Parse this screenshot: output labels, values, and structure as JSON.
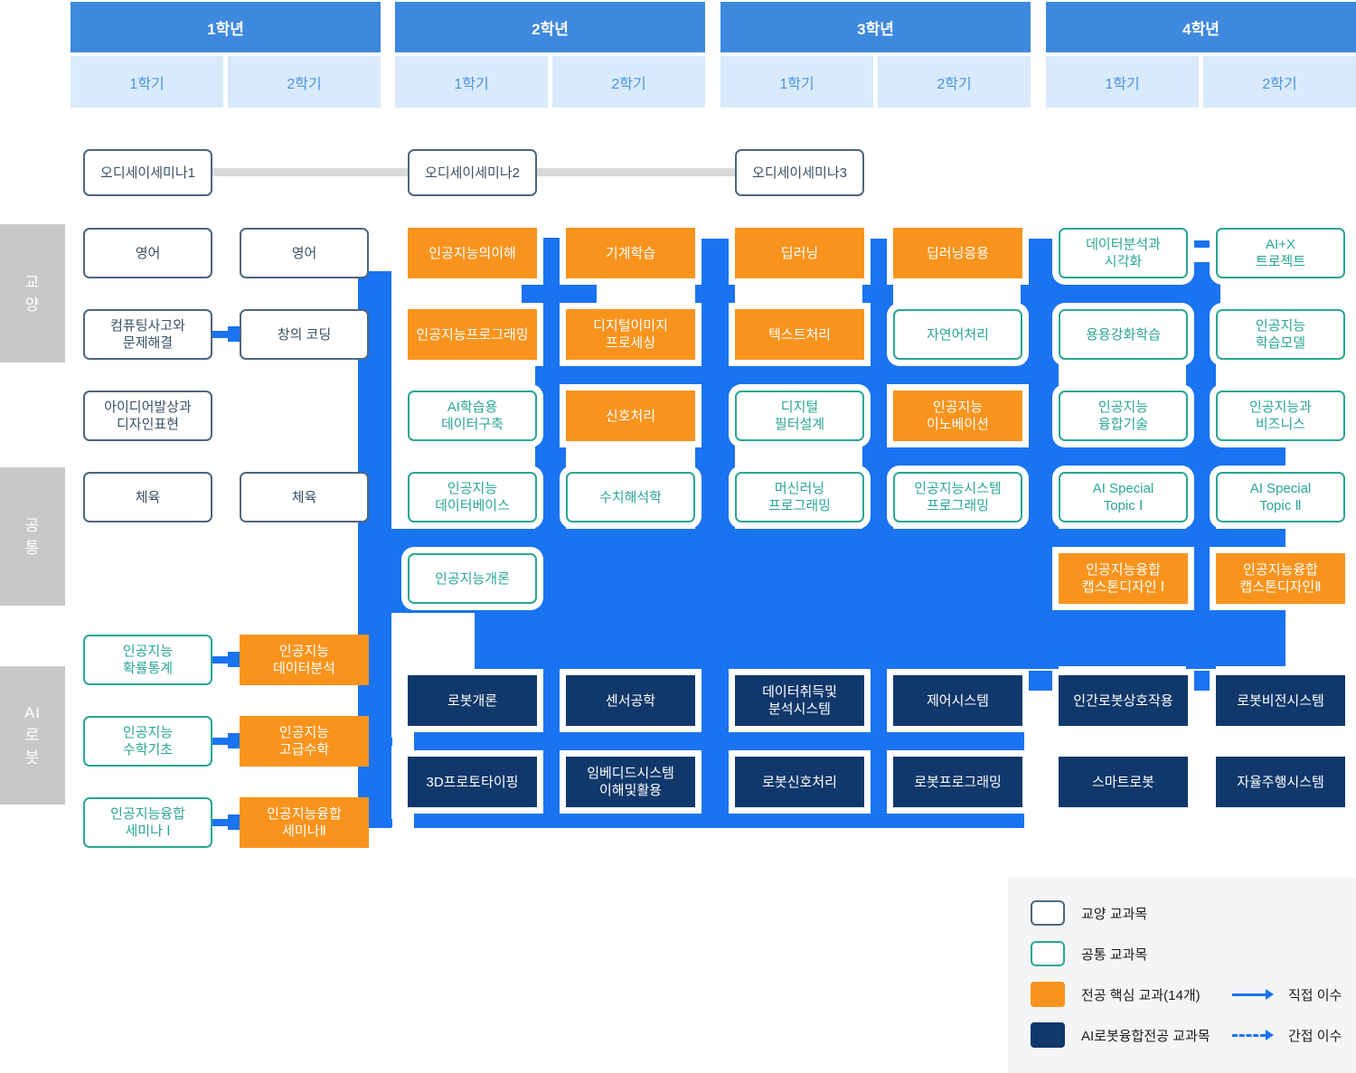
{
  "header": {
    "years": [
      {
        "label": "1학년",
        "semesters": [
          "1학기",
          "2학기"
        ]
      },
      {
        "label": "2학년",
        "semesters": [
          "1학기",
          "2학기"
        ]
      },
      {
        "label": "3학년",
        "semesters": [
          "1학기",
          "2학기"
        ]
      },
      {
        "label": "4학년",
        "semesters": [
          "1학기",
          "2학기"
        ]
      }
    ]
  },
  "sidebar": {
    "groups": [
      {
        "label": "교양",
        "lines": [
          "교",
          "양"
        ]
      },
      {
        "label": "공통",
        "lines": [
          "공",
          "통"
        ]
      },
      {
        "label": "AI 로봇",
        "lines": [
          "AI",
          "로",
          "봇"
        ]
      }
    ]
  },
  "courses": [
    {
      "label": "오디세이세미나1",
      "type": "general",
      "col": 1,
      "row": "A"
    },
    {
      "label": "오디세이세미나2",
      "type": "general",
      "col": 3,
      "row": "A"
    },
    {
      "label": "오디세이세미나3",
      "type": "general",
      "col": 5,
      "row": "A"
    },
    {
      "label": "영어",
      "type": "general",
      "col": 1,
      "row": "B"
    },
    {
      "label": "영어",
      "type": "general",
      "col": 2,
      "row": "B"
    },
    {
      "label": "인공지능의이해",
      "type": "core",
      "col": 3,
      "row": "B"
    },
    {
      "label": "기계학습",
      "type": "core",
      "col": 4,
      "row": "B"
    },
    {
      "label": "딥러닝",
      "type": "core",
      "col": 5,
      "row": "B"
    },
    {
      "label": "딥러닝응용",
      "type": "core",
      "col": 6,
      "row": "B"
    },
    {
      "label": "데이터분석과\n시각화",
      "type": "common",
      "col": 7,
      "row": "B"
    },
    {
      "label": "AI+X\n트로젝트",
      "type": "common",
      "col": 8,
      "row": "B"
    },
    {
      "label": "컴퓨팅사고와\n문제해결",
      "type": "general",
      "col": 1,
      "row": "C"
    },
    {
      "label": "창의 코딩",
      "type": "general",
      "col": 2,
      "row": "C"
    },
    {
      "label": "인공지능프로그래밍",
      "type": "core",
      "col": 3,
      "row": "C"
    },
    {
      "label": "디지털이미지\n프로세싱",
      "type": "core",
      "col": 4,
      "row": "C"
    },
    {
      "label": "텍스트처리",
      "type": "core",
      "col": 5,
      "row": "C"
    },
    {
      "label": "자연어처리",
      "type": "common",
      "col": 6,
      "row": "C"
    },
    {
      "label": "용용강화학습",
      "type": "common",
      "col": 7,
      "row": "C"
    },
    {
      "label": "인공지능\n학습모델",
      "type": "common",
      "col": 8,
      "row": "C"
    },
    {
      "label": "아이디어발상과\n디자인표현",
      "type": "general",
      "col": 1,
      "row": "D"
    },
    {
      "label": "AI학습용\n데이터구축",
      "type": "common",
      "col": 3,
      "row": "D"
    },
    {
      "label": "신호처리",
      "type": "core",
      "col": 4,
      "row": "D"
    },
    {
      "label": "디지털\n필터설계",
      "type": "common",
      "col": 5,
      "row": "D"
    },
    {
      "label": "인공지능\n이노베이션",
      "type": "core",
      "col": 6,
      "row": "D"
    },
    {
      "label": "인공지능\n융합기술",
      "type": "common",
      "col": 7,
      "row": "D"
    },
    {
      "label": "인공지능과\n비즈니스",
      "type": "common",
      "col": 8,
      "row": "D"
    },
    {
      "label": "체육",
      "type": "general",
      "col": 1,
      "row": "E"
    },
    {
      "label": "체육",
      "type": "general",
      "col": 2,
      "row": "E"
    },
    {
      "label": "인공지능\n데이터베이스",
      "type": "common",
      "col": 3,
      "row": "E"
    },
    {
      "label": "수치해석학",
      "type": "common",
      "col": 4,
      "row": "E"
    },
    {
      "label": "머신러닝\n프로그래밍",
      "type": "common",
      "col": 5,
      "row": "E"
    },
    {
      "label": "인공지능시스템\n프로그래밍",
      "type": "common",
      "col": 6,
      "row": "E"
    },
    {
      "label": "AI Special\nTopic Ⅰ",
      "type": "common",
      "col": 7,
      "row": "E"
    },
    {
      "label": "AI Special\nTopic Ⅱ",
      "type": "common",
      "col": 8,
      "row": "E"
    },
    {
      "label": "인공지능개론",
      "type": "common",
      "col": 3,
      "row": "F"
    },
    {
      "label": "인공지능융합\n캡스톤디자인 Ⅰ",
      "type": "core",
      "col": 7,
      "row": "F"
    },
    {
      "label": "인공지능융합\n캡스톤디자인Ⅱ",
      "type": "core",
      "col": 8,
      "row": "F"
    },
    {
      "label": "인공지능\n확률통계",
      "type": "common",
      "col": 1,
      "row": "G"
    },
    {
      "label": "인공지능\n데이터분석",
      "type": "core",
      "col": 2,
      "row": "G"
    },
    {
      "label": "로봇개론",
      "type": "robot",
      "col": 3,
      "row": "H"
    },
    {
      "label": "센서공학",
      "type": "robot",
      "col": 4,
      "row": "H"
    },
    {
      "label": "데이터취득및\n분석시스템",
      "type": "robot",
      "col": 5,
      "row": "H"
    },
    {
      "label": "제어시스템",
      "type": "robot",
      "col": 6,
      "row": "H"
    },
    {
      "label": "인간로봇상호작용",
      "type": "robot",
      "col": 7,
      "row": "H"
    },
    {
      "label": "로봇비전시스템",
      "type": "robot",
      "col": 8,
      "row": "H"
    },
    {
      "label": "인공지능\n수학기초",
      "type": "common",
      "col": 1,
      "row": "I"
    },
    {
      "label": "인공지능\n고급수학",
      "type": "core",
      "col": 2,
      "row": "I"
    },
    {
      "label": "3D프로토타이핑",
      "type": "robot",
      "col": 3,
      "row": "J"
    },
    {
      "label": "임베디드시스템\n이해및활용",
      "type": "robot",
      "col": 4,
      "row": "J"
    },
    {
      "label": "로봇신호처리",
      "type": "robot",
      "col": 5,
      "row": "J"
    },
    {
      "label": "로봇프로그래밍",
      "type": "robot",
      "col": 6,
      "row": "J"
    },
    {
      "label": "스마트로봇",
      "type": "robot",
      "col": 7,
      "row": "J"
    },
    {
      "label": "자율주행시스템",
      "type": "robot",
      "col": 8,
      "row": "J"
    },
    {
      "label": "인공지능융합\n세미나 Ⅰ",
      "type": "common",
      "col": 1,
      "row": "K"
    },
    {
      "label": "인공지능융합\n세미나Ⅱ",
      "type": "core",
      "col": 2,
      "row": "K"
    }
  ],
  "legend": {
    "items": [
      {
        "label": "교양 교과목",
        "type": "general"
      },
      {
        "label": "공통 교과목",
        "type": "common"
      },
      {
        "label": "전공 핵심 교과(14개)",
        "type": "core"
      },
      {
        "label": "AI로봇융합전공 교과목",
        "type": "robot"
      }
    ],
    "flows": [
      {
        "label": "직접 이수",
        "style": "solid"
      },
      {
        "label": "간접 이수",
        "style": "dashed"
      }
    ]
  },
  "colors": {
    "header_blue": "#3e89de",
    "semester_bg": "#d9eafc",
    "connector_blue": "#1a73f1",
    "core_orange": "#f8941e",
    "robot_navy": "#11386b",
    "common_teal": "#2aa693",
    "general_slate": "#4d667f",
    "sidebar_gray": "#c8c8c8",
    "odyssey_line": "#dadada",
    "legend_bg": "#f4f5f6"
  }
}
